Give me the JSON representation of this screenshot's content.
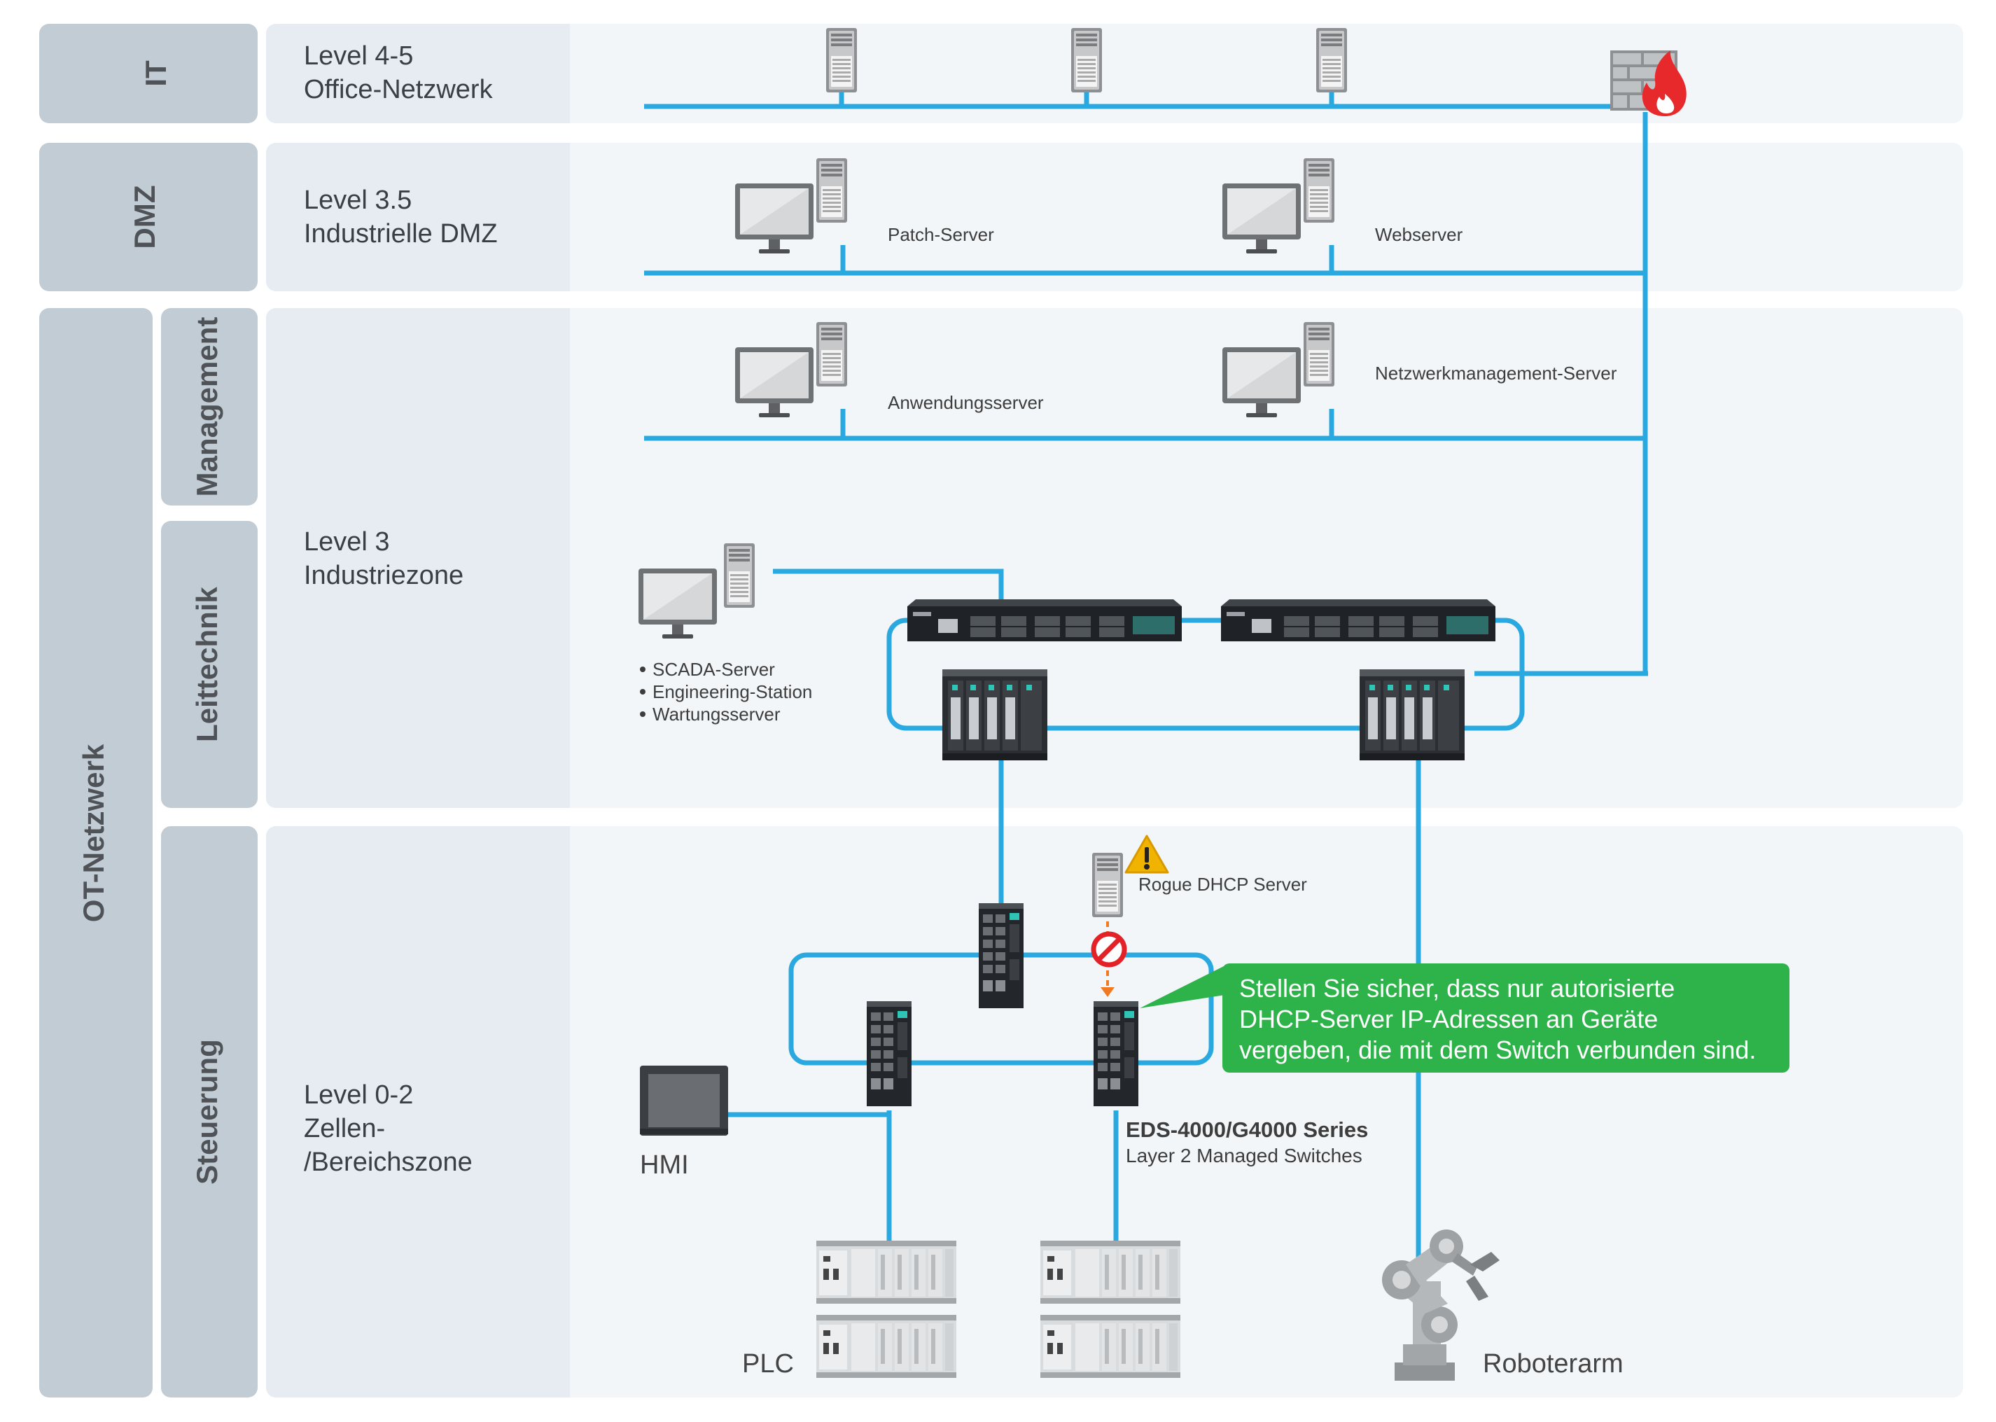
{
  "side_tabs": {
    "it": "IT",
    "dmz": "DMZ",
    "ot": "OT-Netzwerk",
    "management": "Management",
    "leittechnik": "Leittechnik",
    "steuerung": "Steuerung"
  },
  "levels": {
    "office": {
      "line1": "Level 4-5",
      "line2": "Office-Netzwerk"
    },
    "dmz": {
      "line1": "Level 3.5",
      "line2": "Industrielle DMZ"
    },
    "industry": {
      "line1": "Level 3",
      "line2": "Industriezone"
    },
    "cell": {
      "line1": "Level 0-2",
      "line2": "Zellen-",
      "line3": "/Bereichszone"
    }
  },
  "devices": {
    "patch_server": "Patch-Server",
    "webserver": "Webserver",
    "app_server": "Anwendungsserver",
    "netmgmt_server": "Netzwerkmanagement-Server",
    "scada_list": [
      "SCADA-Server",
      "Engineering-Station",
      "Wartungsserver"
    ],
    "rogue_dhcp": "Rogue DHCP Server",
    "switch_series": "EDS-4000/G4000 Series",
    "switch_desc": "Layer 2 Managed Switches",
    "hmi": "HMI",
    "plc": "PLC",
    "robot": "Roboterarm"
  },
  "callout": {
    "lines": [
      "Stellen Sie sicher, dass nur autorisierte",
      "DHCP-Server IP-Adressen an Geräte",
      "vergeben, die mit dem Switch verbunden sind."
    ]
  },
  "icons": [
    "server-icon",
    "monitor-icon",
    "firewall-icon",
    "warning-icon",
    "block-icon",
    "core-switch-icon",
    "modular-switch-icon",
    "din-switch-icon",
    "hmi-icon",
    "plc-icon",
    "robot-arm-icon"
  ],
  "colors": {
    "network_line": "#29a9e0",
    "callout": "#2db34a",
    "tab": "#c2ccd5",
    "zone": "#e6ecf2",
    "zone_light": "#f3f6f9",
    "fire": "#e8292b",
    "warning": "#f0b400",
    "block": "#e32228"
  }
}
